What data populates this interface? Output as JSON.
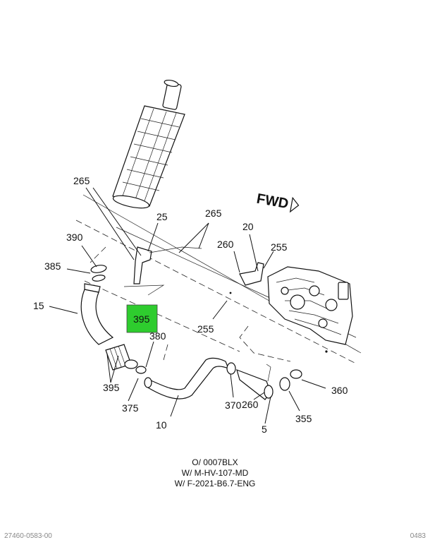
{
  "fwd_label": "FWD",
  "highlight_color": "#2ecc2e",
  "callouts": {
    "c265a": "265",
    "c25": "25",
    "c265b": "265",
    "c20": "20",
    "c260a": "260",
    "c255a": "255",
    "c390": "390",
    "c385": "385",
    "c15": "15",
    "c395hl": "395",
    "c380": "380",
    "c255b": "255",
    "c395b": "395",
    "c375": "375",
    "c10": "10",
    "c370": "370",
    "c260b": "260",
    "c5": "5",
    "c355": "355",
    "c360": "360"
  },
  "notes": [
    "O/ 0007BLX",
    "W/ M-HV-107-MD",
    "W/ F-2021-B6.7-ENG"
  ],
  "footer": {
    "left": "27460-0583-00",
    "right": "0483"
  }
}
